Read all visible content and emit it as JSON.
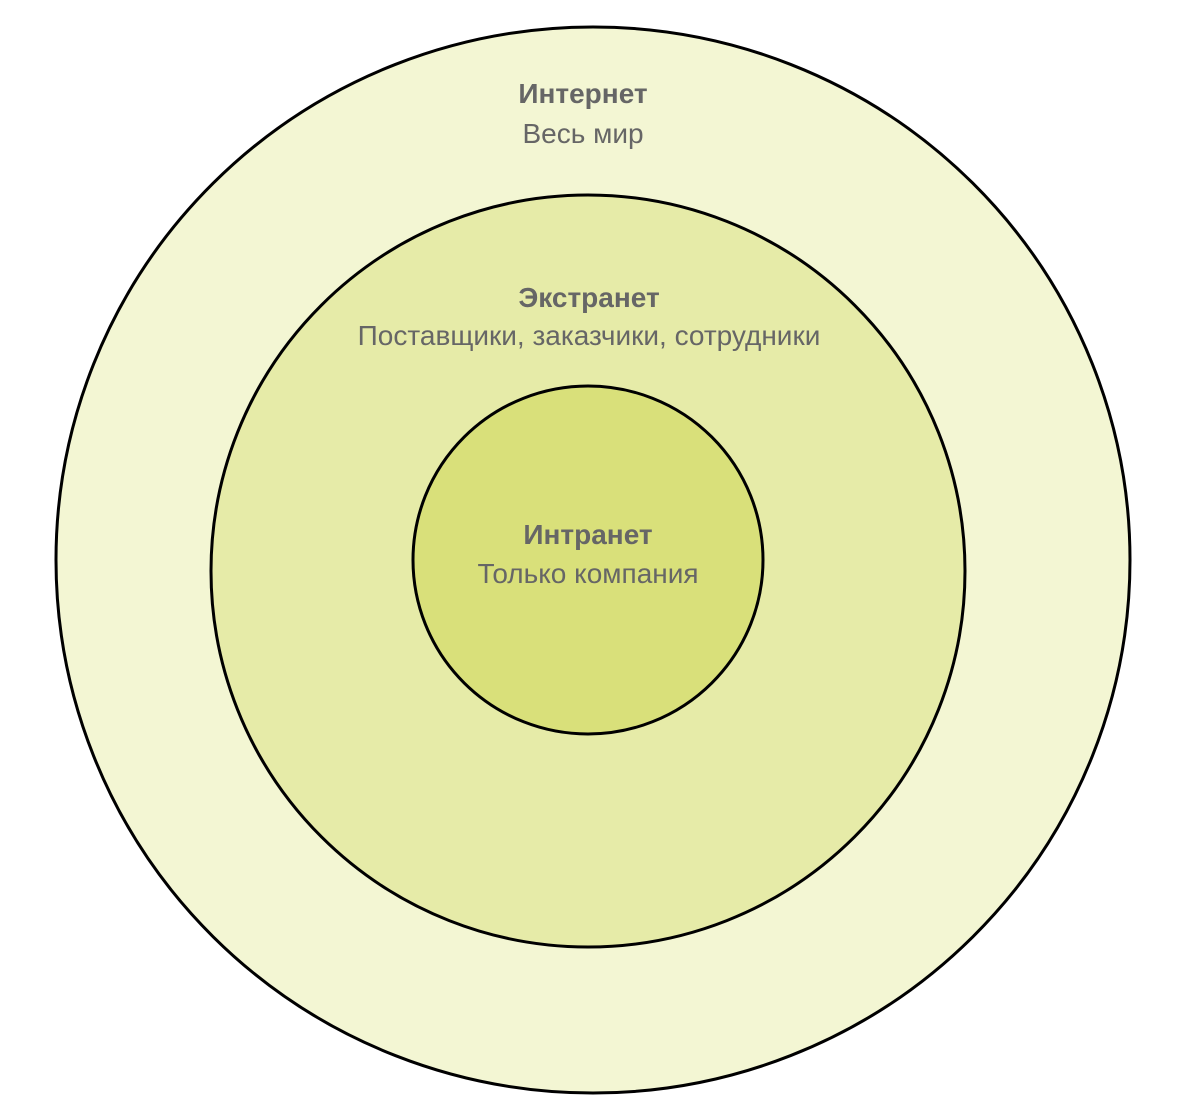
{
  "diagram": {
    "colors": {
      "outer_fill": "#f3f6d3",
      "middle_fill": "#e6eba8",
      "inner_fill": "#d9e07a",
      "stroke": "#000000",
      "text": "#666666"
    },
    "zones": [
      {
        "title": "Интернет",
        "subtitle": "Весь мир"
      },
      {
        "title": "Экстранет",
        "subtitle": "Поставщики, заказчики, сотрудники"
      },
      {
        "title": "Интранет",
        "subtitle": "Только компания"
      }
    ]
  }
}
